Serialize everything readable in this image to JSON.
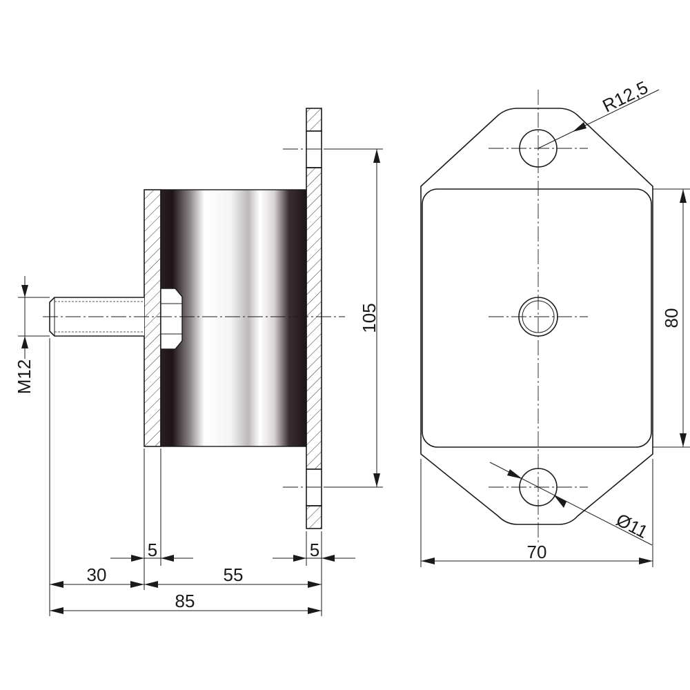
{
  "side_view": {
    "thread_label": "M12",
    "plate_height_label": "105",
    "cap_thickness_label": "5",
    "plate_thickness_label": "5",
    "stud_length_label": "30",
    "body_length_label": "55",
    "overall_length_label": "85"
  },
  "top_view": {
    "corner_radius_label": "R12,5",
    "body_height_label": "80",
    "hole_diameter_label": "Ø11",
    "width_label": "70"
  },
  "colors": {
    "line": "#1a1a1a",
    "rubber_dark": "#1e1416",
    "rubber_light": "#ffffff"
  }
}
